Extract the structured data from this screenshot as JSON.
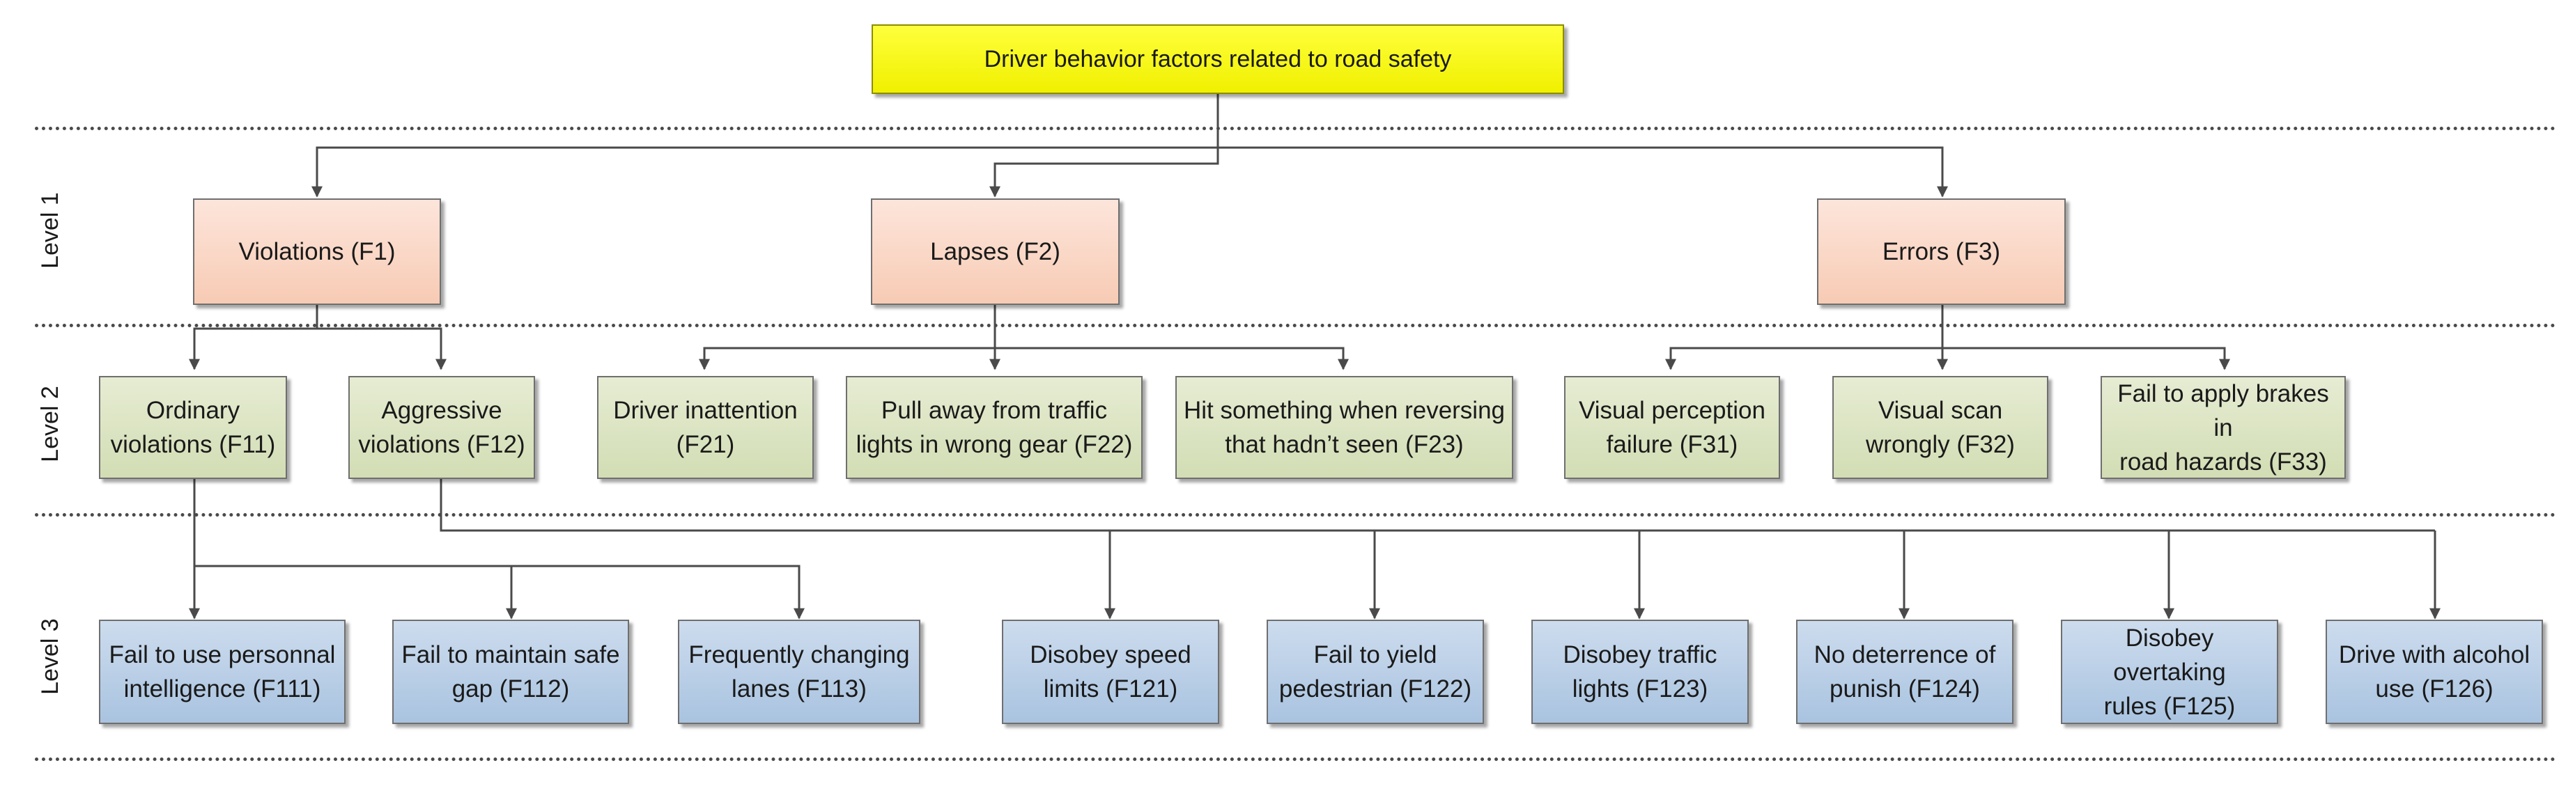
{
  "root": {
    "label": "Driver behavior factors related to road safety"
  },
  "levels": [
    "Level 1",
    "Level 2",
    "Level 3"
  ],
  "level1": [
    {
      "id": "F1",
      "label": "Violations (F1)"
    },
    {
      "id": "F2",
      "label": "Lapses (F2)"
    },
    {
      "id": "F3",
      "label": "Errors (F3)"
    }
  ],
  "level2": [
    {
      "id": "F11",
      "parent": "F1",
      "label": "Ordinary\nviolations (F11)"
    },
    {
      "id": "F12",
      "parent": "F1",
      "label": "Aggressive\nviolations (F12)"
    },
    {
      "id": "F21",
      "parent": "F2",
      "label": "Driver inattention\n(F21)"
    },
    {
      "id": "F22",
      "parent": "F2",
      "label": "Pull away from traffic\nlights in wrong gear (F22)"
    },
    {
      "id": "F23",
      "parent": "F2",
      "label": "Hit something when reversing\nthat hadn’t seen (F23)"
    },
    {
      "id": "F31",
      "parent": "F3",
      "label": "Visual perception\nfailure (F31)"
    },
    {
      "id": "F32",
      "parent": "F3",
      "label": "Visual scan\nwrongly (F32)"
    },
    {
      "id": "F33",
      "parent": "F3",
      "label": "Fail to apply brakes in\nroad hazards (F33)"
    }
  ],
  "level3": [
    {
      "id": "F111",
      "parent": "F11",
      "label": "Fail to use personnal\nintelligence (F111)"
    },
    {
      "id": "F112",
      "parent": "F11",
      "label": "Fail to maintain safe\ngap (F112)"
    },
    {
      "id": "F113",
      "parent": "F11",
      "label": "Frequently changing\nlanes (F113)"
    },
    {
      "id": "F121",
      "parent": "F12",
      "label": "Disobey speed\nlimits (F121)"
    },
    {
      "id": "F122",
      "parent": "F12",
      "label": "Fail to yield\npedestrian (F122)"
    },
    {
      "id": "F123",
      "parent": "F12",
      "label": "Disobey traffic\nlights (F123)"
    },
    {
      "id": "F124",
      "parent": "F12",
      "label": "No deterrence of\npunish (F124)"
    },
    {
      "id": "F125",
      "parent": "F12",
      "label": "Disobey overtaking\nrules (F125)"
    },
    {
      "id": "F126",
      "parent": "F12",
      "label": "Drive with alcohol\nuse (F126)"
    }
  ]
}
